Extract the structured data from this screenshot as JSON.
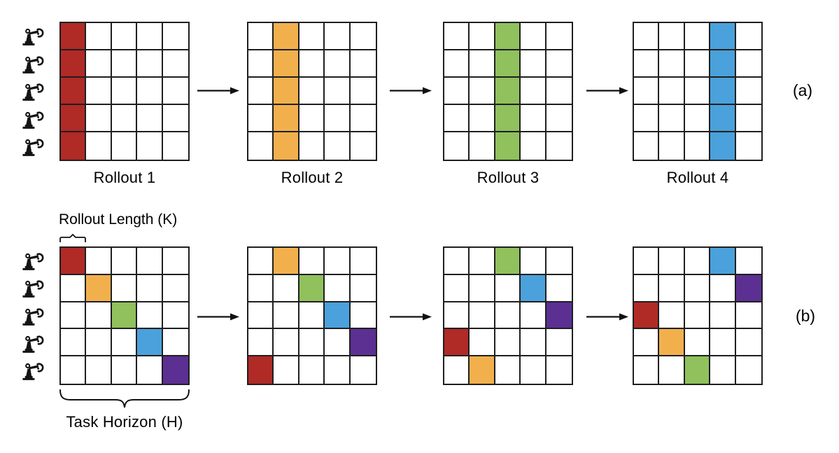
{
  "colors": {
    "red": "#B02A26",
    "orange": "#F2B04D",
    "green": "#90C15C",
    "blue": "#4BA1DB",
    "purple": "#5B3092",
    "grid_line": "#1F1F1F",
    "ink": "#000000"
  },
  "icons": {
    "robot": "robot-arm-icon",
    "arrow": "right-arrow-icon",
    "overbrace": "rollout-length-bracket-icon",
    "underbrace": "task-horizon-brace-icon"
  },
  "panel_a": {
    "tag": "(a)",
    "robot_count": 5,
    "grid_rows": 5,
    "grid_cols": 5,
    "grids": [
      {
        "label": "Rollout 1",
        "filled_column": 0,
        "color": "red"
      },
      {
        "label": "Rollout 2",
        "filled_column": 1,
        "color": "orange"
      },
      {
        "label": "Rollout 3",
        "filled_column": 2,
        "color": "green"
      },
      {
        "label": "Rollout 4",
        "filled_column": 3,
        "color": "blue"
      }
    ]
  },
  "panel_b": {
    "tag": "(b)",
    "robot_count": 5,
    "grid_rows": 5,
    "grid_cols": 5,
    "rollout_length_label": "Rollout Length (K)",
    "task_horizon_label": "Task Horizon (H)",
    "grids": [
      {
        "cells": [
          {
            "row": 0,
            "col": 0,
            "color": "red"
          },
          {
            "row": 1,
            "col": 1,
            "color": "orange"
          },
          {
            "row": 2,
            "col": 2,
            "color": "green"
          },
          {
            "row": 3,
            "col": 3,
            "color": "blue"
          },
          {
            "row": 4,
            "col": 4,
            "color": "purple"
          }
        ]
      },
      {
        "cells": [
          {
            "row": 0,
            "col": 1,
            "color": "orange"
          },
          {
            "row": 1,
            "col": 2,
            "color": "green"
          },
          {
            "row": 2,
            "col": 3,
            "color": "blue"
          },
          {
            "row": 3,
            "col": 4,
            "color": "purple"
          },
          {
            "row": 4,
            "col": 0,
            "color": "red"
          }
        ]
      },
      {
        "cells": [
          {
            "row": 0,
            "col": 2,
            "color": "green"
          },
          {
            "row": 1,
            "col": 3,
            "color": "blue"
          },
          {
            "row": 2,
            "col": 4,
            "color": "purple"
          },
          {
            "row": 3,
            "col": 0,
            "color": "red"
          },
          {
            "row": 4,
            "col": 1,
            "color": "orange"
          }
        ]
      },
      {
        "cells": [
          {
            "row": 0,
            "col": 3,
            "color": "blue"
          },
          {
            "row": 1,
            "col": 4,
            "color": "purple"
          },
          {
            "row": 2,
            "col": 0,
            "color": "red"
          },
          {
            "row": 3,
            "col": 1,
            "color": "orange"
          },
          {
            "row": 4,
            "col": 2,
            "color": "green"
          }
        ]
      }
    ]
  }
}
